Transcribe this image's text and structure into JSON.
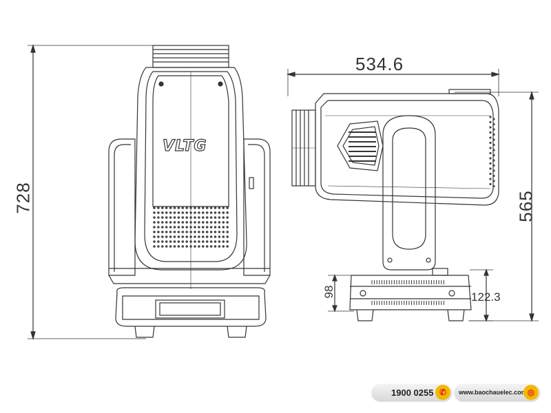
{
  "front_view": {
    "height_label": "728",
    "logo": "VLTG"
  },
  "side_view": {
    "depth_label": "534.6",
    "height_label": "565",
    "base_height_label": "98",
    "base_width_label": "122.3"
  },
  "footer": {
    "phone": "1900 0255",
    "website": "www.baochauelec.com",
    "phone_icon": "phone-icon",
    "web_icon": "globe-icon"
  }
}
